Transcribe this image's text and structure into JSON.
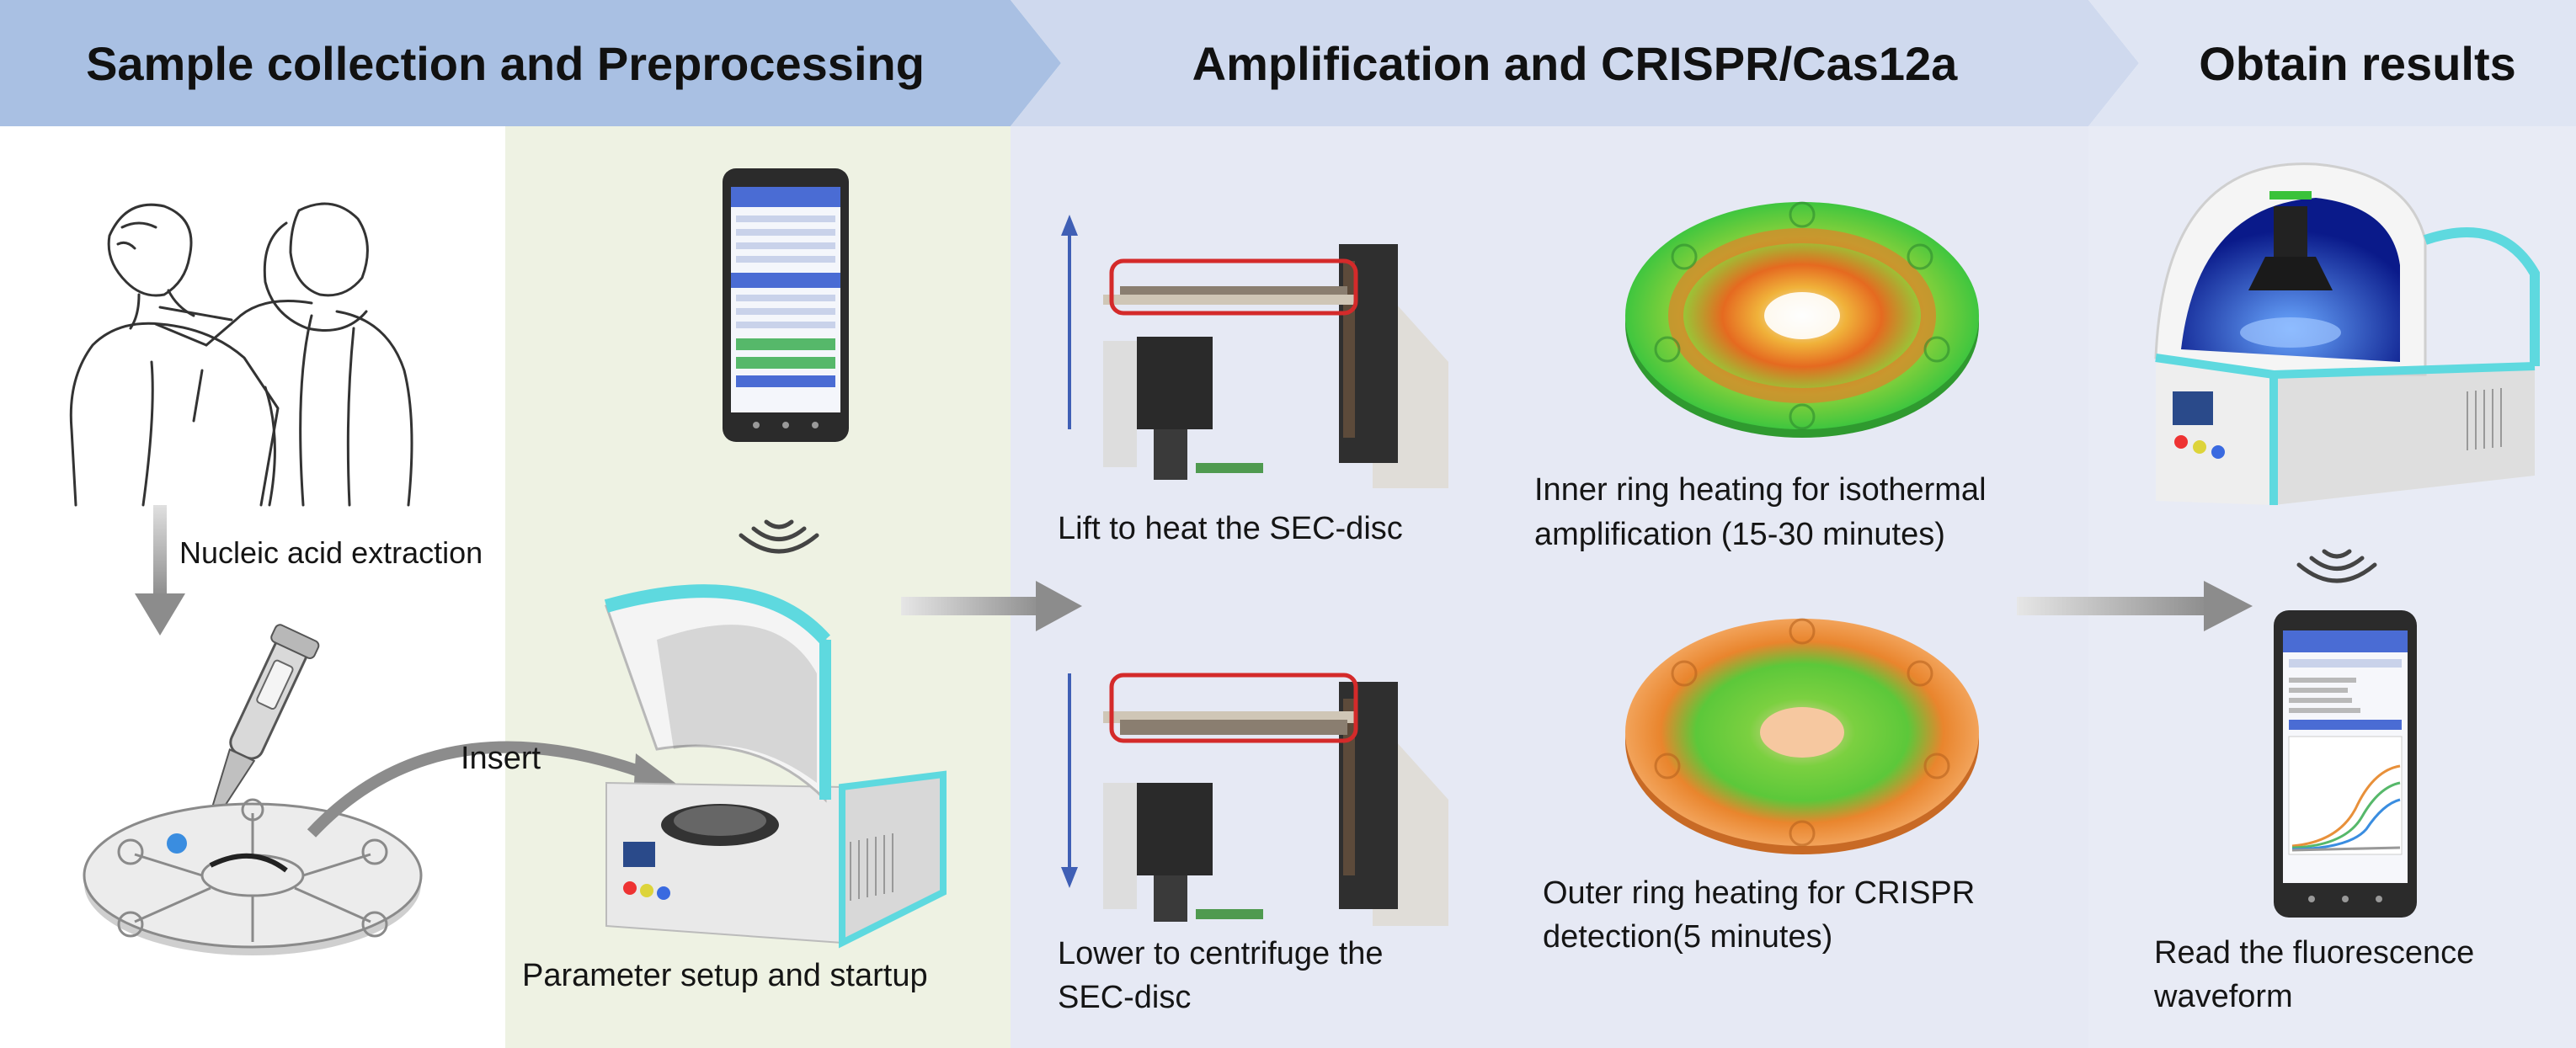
{
  "header": {
    "stage1": "Sample collection and Preprocessing",
    "stage2": "Amplification and CRISPR/Cas12a",
    "stage3": "Obtain results"
  },
  "labels": {
    "nucleic_acid_extraction": "Nucleic acid extraction",
    "insert": "Insert",
    "parameter_setup": "Parameter setup and startup",
    "lift": "Lift to heat the SEC-disc",
    "lower_line1": "Lower to centrifuge the",
    "lower_line2": "SEC-disc",
    "inner_line1": "Inner ring heating for isothermal",
    "inner_line2": "amplification (15-30 minutes)",
    "outer_line1": "Outer ring heating for CRISPR",
    "outer_line2": "detection(5 minutes)",
    "read_line1": "Read the fluorescence",
    "read_line2": "waveform"
  },
  "colors": {
    "header_stage1": "#a9c0e3",
    "header_stage2": "#cfd9ee",
    "header_stage3": "#dfe5f3",
    "panel_white": "#ffffff",
    "panel_green": "#eef2e3",
    "panel_lavender": "#e6e9f4",
    "panel_blue": "#e8ebf5",
    "accent_cyan": "#5ed9df",
    "highlight_red": "#d42a2a",
    "arrow_blue": "#3f5fb5",
    "arrow_gray": "#8c8c8c"
  }
}
